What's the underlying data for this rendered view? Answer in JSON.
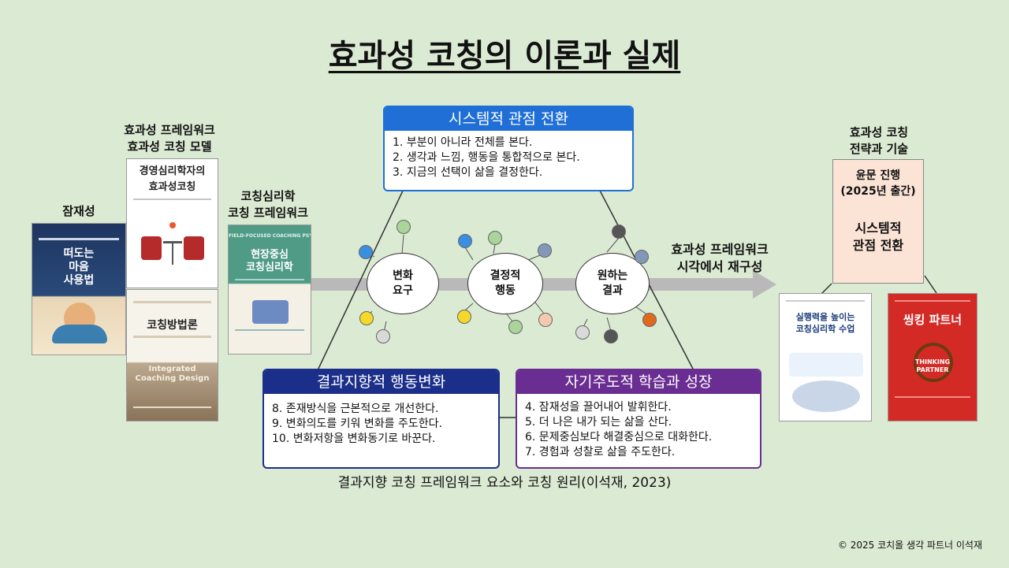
{
  "title": "효과성 코칭의 이론과 실제",
  "labels": {
    "latency": "잠재성",
    "framework_model": "효과성 프레임워크\n효과성 코칭 모델",
    "coaching_psych": "코칭심리학\n코칭 프레임워크",
    "strategy": "효과성 코칭\n전략과 기술",
    "reframe": "효과성 프레임워크\n시각에서 재구성"
  },
  "books": {
    "b1": "떠도는\n마음\n사용법",
    "b2": "경영심리학자의\n효과성코칭",
    "b3": "코칭방법론",
    "b3_sub": "Integrated\nCoaching Design",
    "b4": "현장중심\n코칭심리학",
    "b4_top": "FIELD-FOCUSED COACHING PSYCHOLOGY",
    "b5": "실행력을 높이는\n코칭심리학 수업",
    "b6": "씽킹 파트너",
    "b6_en": "THINKING\nPARTNER"
  },
  "upcoming": {
    "line1": "윤문 진행\n(2025년 출간)",
    "line2": "시스템적\n관점 전환"
  },
  "systemic": {
    "header": "시스템적 관점 전환",
    "items": [
      "1. 부분이 아니라 전체를 본다.",
      "2. 생각과 느낌, 행동을 통합적으로 본다.",
      "3. 지금의 선택이 삶을 결정한다."
    ]
  },
  "results": {
    "header": "결과지향적 행동변화",
    "items": [
      "8. 존재방식을 근본적으로 개선한다.",
      "9. 변화의도를 키워 변화를 주도한다.",
      "10. 변화저항을 변화동기로 바꾼다."
    ]
  },
  "selfdirected": {
    "header": "자기주도적 학습과 성장",
    "items": [
      "4. 잠재성을 끌어내어 발휘한다.",
      "5. 더 나은 내가 되는 삶을 산다.",
      "6. 문제중심보다 해결중심으로 대화한다.",
      "7. 경험과 성찰로 삶을 주도한다."
    ]
  },
  "nodes": {
    "change": "변화\n요구",
    "decisive": "결정적\n행동",
    "desired": "원하는\n결과"
  },
  "colors": {
    "background": "#dbead3",
    "systemic": "#1f6fd6",
    "results": "#1b2f8a",
    "selfdirected": "#6a2d92",
    "upcoming_box": "#fbe4d6"
  },
  "caption": "결과지향 코칭 프레임워크 요소와 코칭 원리(이석재, 2023)",
  "copyright": "© 2025 코치올 생각 파트너 이석재"
}
